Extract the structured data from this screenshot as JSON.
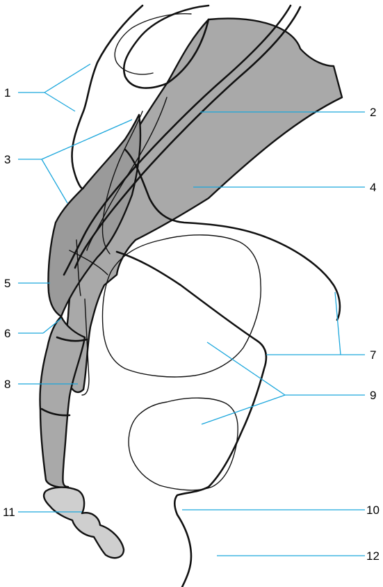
{
  "labels": {
    "l1": "1",
    "l2": "2",
    "l3": "3",
    "l4": "4",
    "l5": "5",
    "l6": "6",
    "l7": "7",
    "l8": "8",
    "l9": "9",
    "l10": "10",
    "l11": "11",
    "l12": "12"
  },
  "colors": {
    "leader": "#1aa6dc",
    "shade": "#a9a9a9",
    "outline": "#111111"
  }
}
